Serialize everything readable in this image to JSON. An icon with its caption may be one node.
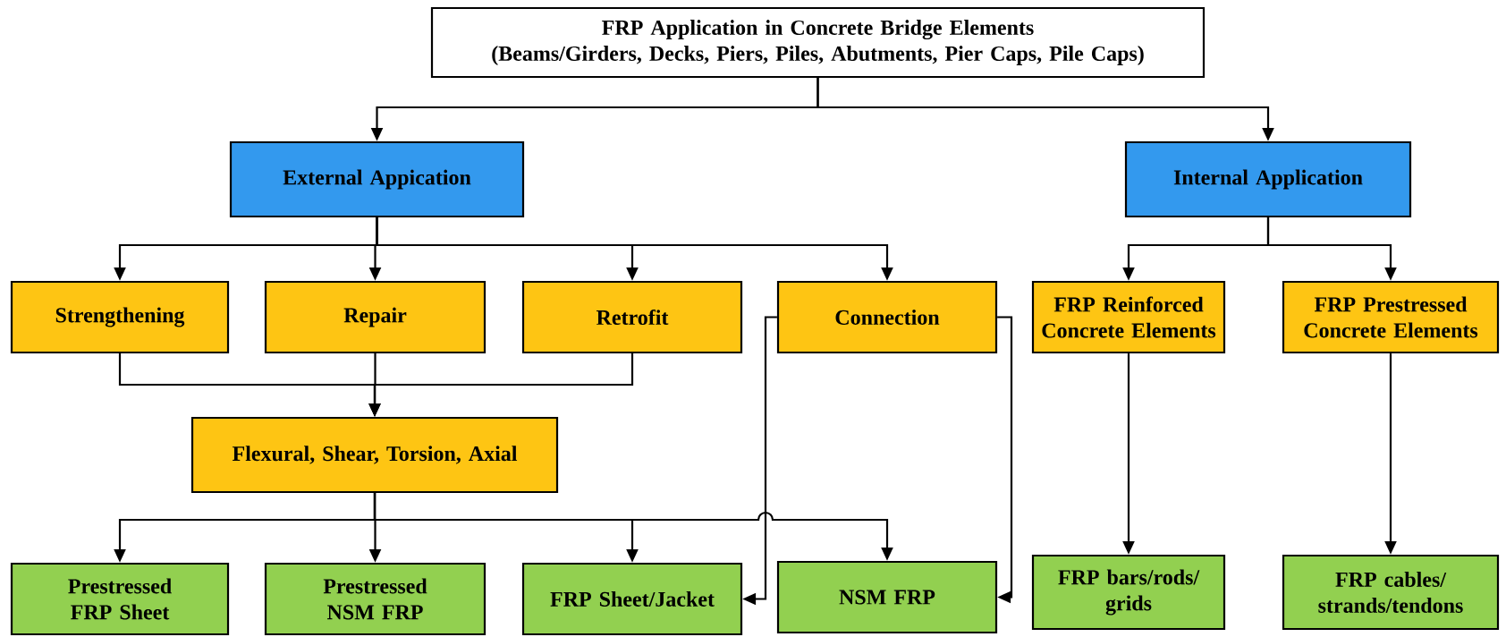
{
  "diagram": {
    "nodes": [
      {
        "text": [
          "FRP Application in Concrete Bridge Elements",
          "(Beams/Girders, Decks, Piers, Piles, Abutments, Pier Caps, Pile Caps)"
        ]
      },
      {
        "text": [
          "External Appication"
        ]
      },
      {
        "text": [
          "Internal Application"
        ]
      },
      {
        "text": [
          "Strengthening"
        ]
      },
      {
        "text": [
          "Repair"
        ]
      },
      {
        "text": [
          "Retrofit"
        ]
      },
      {
        "text": [
          "Connection"
        ]
      },
      {
        "text": [
          "FRP Reinforced Concrete Elements"
        ]
      },
      {
        "text": [
          "FRP Prestressed Concrete Elements"
        ]
      },
      {
        "text": [
          "Flexural, Shear, Torsion, Axial"
        ]
      },
      {
        "text": [
          "Prestressed FRP Sheet"
        ]
      },
      {
        "text": [
          "Prestressed NSM FRP"
        ]
      },
      {
        "text": [
          "FRP Sheet/Jacket"
        ]
      },
      {
        "text": [
          "NSM FRP"
        ]
      },
      {
        "text": [
          "FRP bars/rods/ grids"
        ]
      },
      {
        "text": [
          "FRP cables/ strands/tendons"
        ]
      }
    ],
    "edges": [
      {
        "from": 0,
        "to": 1,
        "arrow": "to"
      },
      {
        "from": 0,
        "to": 2,
        "arrow": "to"
      },
      {
        "from": 1,
        "to": 3,
        "arrow": "to"
      },
      {
        "from": 1,
        "to": 4,
        "arrow": "to"
      },
      {
        "from": 1,
        "to": 5,
        "arrow": "to"
      },
      {
        "from": 1,
        "to": 6,
        "arrow": "to"
      },
      {
        "from": 2,
        "to": 7,
        "arrow": "to"
      },
      {
        "from": 2,
        "to": 8,
        "arrow": "to"
      },
      {
        "from": 3,
        "to": 9,
        "arrow": "to"
      },
      {
        "from": 4,
        "to": 9,
        "arrow": "to"
      },
      {
        "from": 5,
        "to": 9,
        "arrow": "to"
      },
      {
        "from": 9,
        "to": 10,
        "arrow": "to"
      },
      {
        "from": 9,
        "to": 11,
        "arrow": "to"
      },
      {
        "from": 9,
        "to": 12,
        "arrow": "to"
      },
      {
        "from": 9,
        "to": 13,
        "arrow": "to"
      },
      {
        "from": 6,
        "to": 12,
        "arrow": "to"
      },
      {
        "from": 6,
        "to": 13,
        "arrow": "to"
      },
      {
        "from": 7,
        "to": 14,
        "arrow": "to"
      },
      {
        "from": 8,
        "to": 15,
        "arrow": "to"
      }
    ]
  }
}
